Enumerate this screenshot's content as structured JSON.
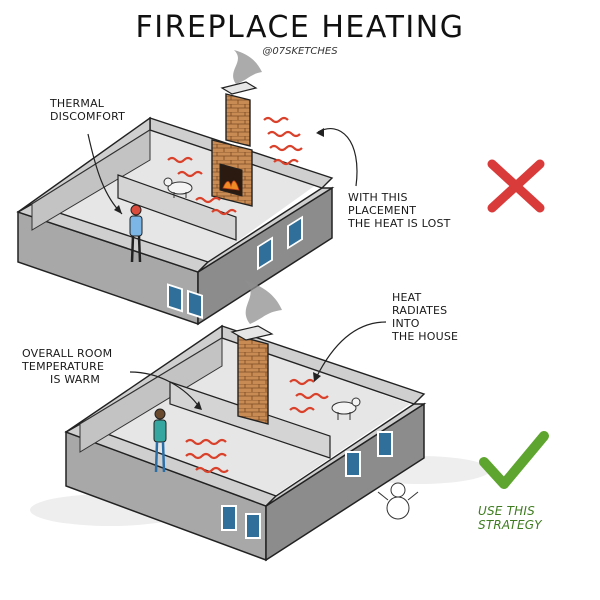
{
  "title": "FIREPLACE HEATING",
  "handle": "@07SKETCHES",
  "top_scene": {
    "label_left": [
      "THERMAL",
      "DISCOMFORT"
    ],
    "label_right": [
      "WITH THIS",
      "PLACEMENT",
      "THE HEAT IS LOST"
    ],
    "verdict_icon": "red-x-icon"
  },
  "bottom_scene": {
    "label_left": [
      "OVERALL ROOM",
      "TEMPERATURE",
      "IS WARM"
    ],
    "label_right": [
      "HEAT",
      "RADIATES",
      "INTO",
      "THE HOUSE"
    ],
    "verdict_icon": "green-check-icon",
    "verdict_text": [
      "USE THIS",
      "STRATEGY"
    ]
  },
  "colors": {
    "wall_top": "#cfcfcf",
    "wall_front": "#a9a9a9",
    "wall_side": "#8d8d8d",
    "floor": "#e7e7e7",
    "brick": "#c98b54",
    "heat_waves": "#d9412b",
    "window_glass": "#2f6f9a",
    "bad_mark": "#d93b3b",
    "good_mark": "#5ea52f"
  }
}
